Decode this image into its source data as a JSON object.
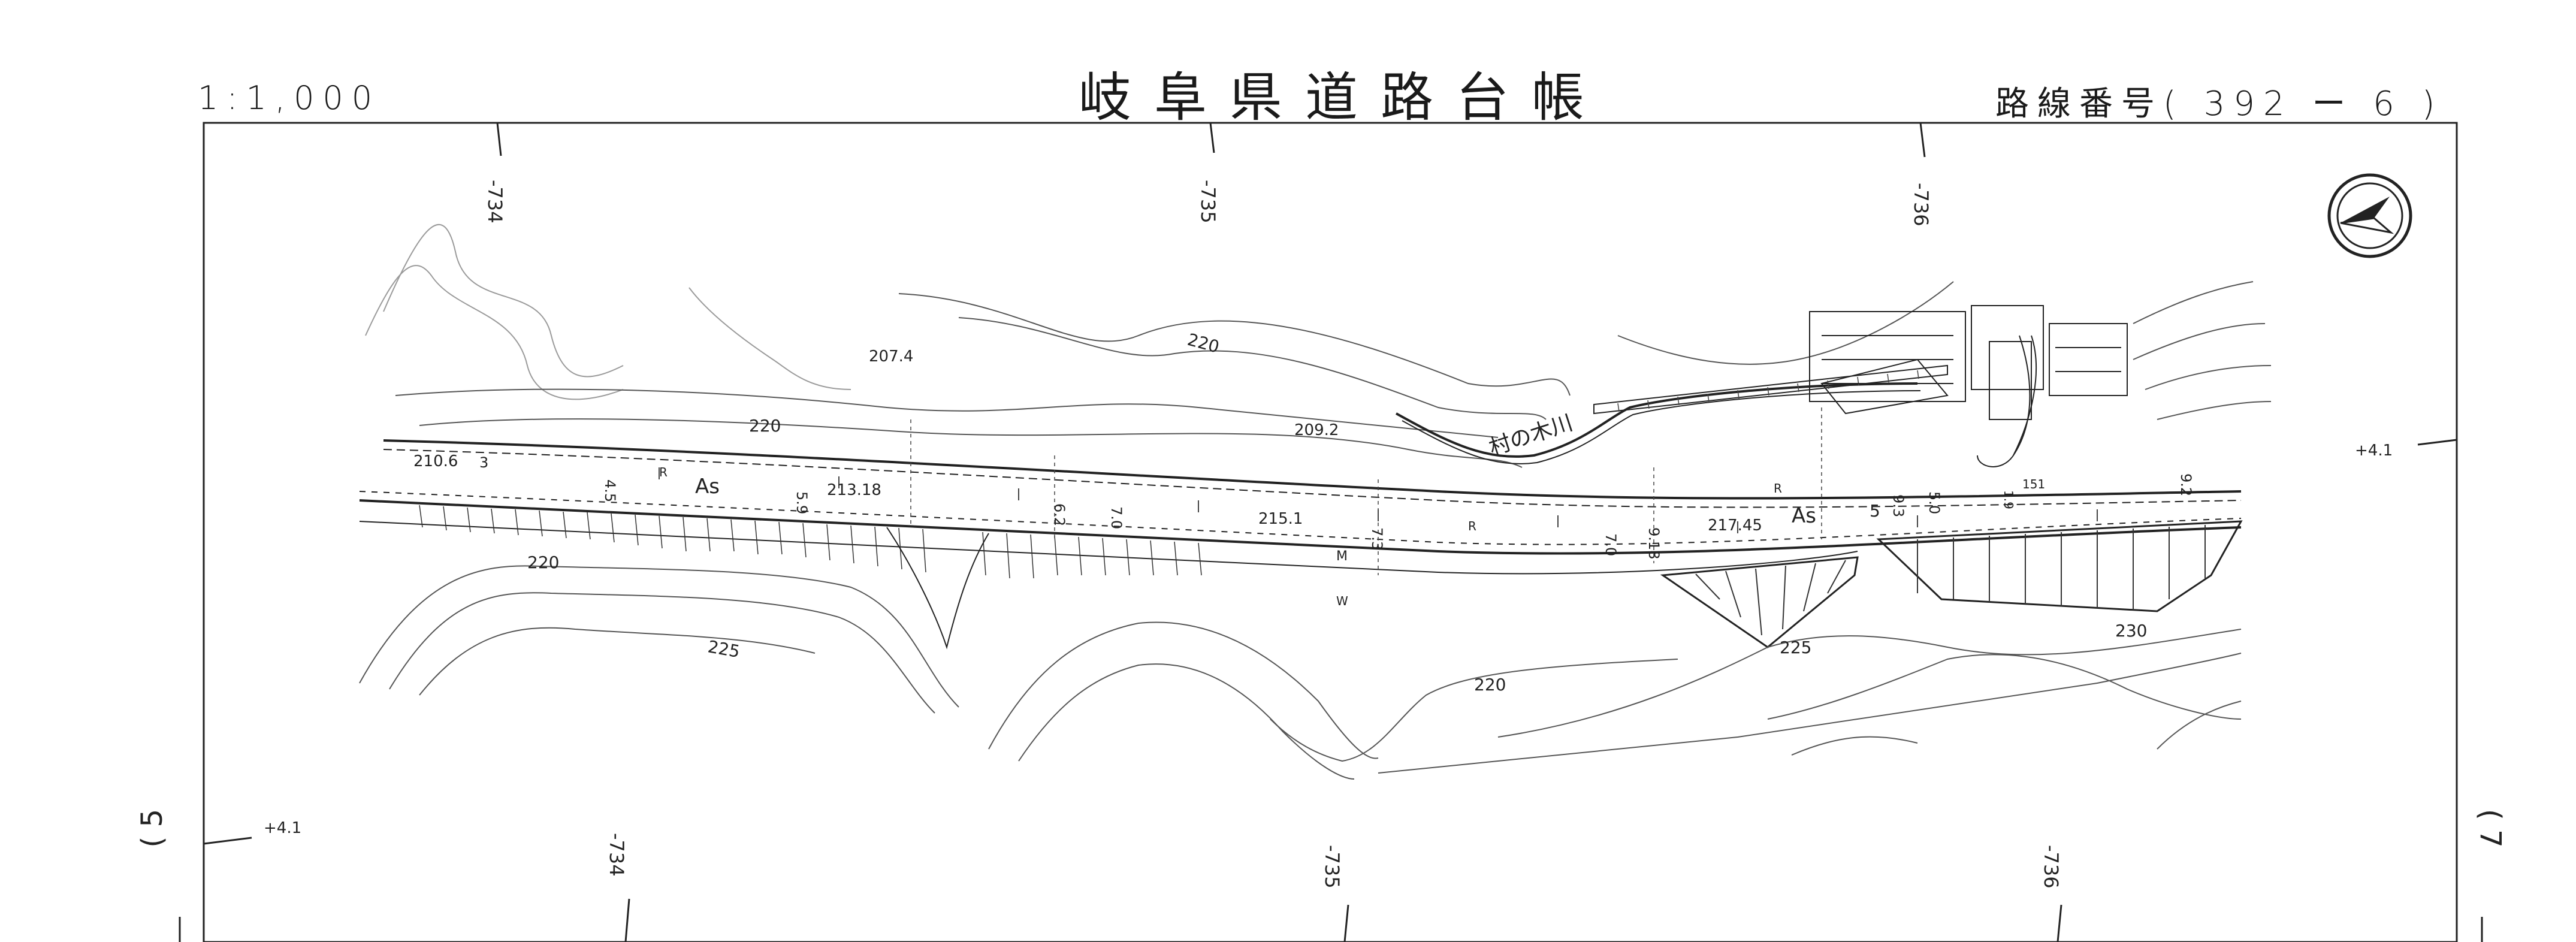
{
  "header": {
    "scale": "1:1,000",
    "title": "岐阜県道路台帳",
    "route_label": "路線番号",
    "route_number": "( 392 ー 6 )"
  },
  "grid_labels": {
    "top": [
      "-734",
      "-735",
      "-736"
    ],
    "bottom": [
      "-734",
      "-735",
      "-736"
    ],
    "left_sheet": "( 5",
    "right_sheet": "( 7",
    "left_offset": "+4.1",
    "right_offset": "+4.1"
  },
  "map_labels": {
    "contours": [
      "220",
      "220",
      "220",
      "225",
      "225",
      "220",
      "230"
    ],
    "spot_heights": [
      "207.4",
      "209.2",
      "210.6",
      "213.18",
      "215.1",
      "217.45"
    ],
    "river": "村の木川",
    "pavement": [
      "As",
      "As"
    ],
    "road_widths": [
      "4.5",
      "5.9",
      "6.2",
      "7.0",
      "7.3",
      "7.0",
      "9.18",
      "5",
      "9.3",
      "5.0",
      "9.2"
    ],
    "small": [
      "R",
      "R",
      "R",
      "M",
      "W",
      "3",
      "1.9",
      "151"
    ]
  },
  "colors": {
    "ink": "#1a1a1a",
    "light_ink": "#8a8a8a",
    "paper": "#ffffff"
  }
}
